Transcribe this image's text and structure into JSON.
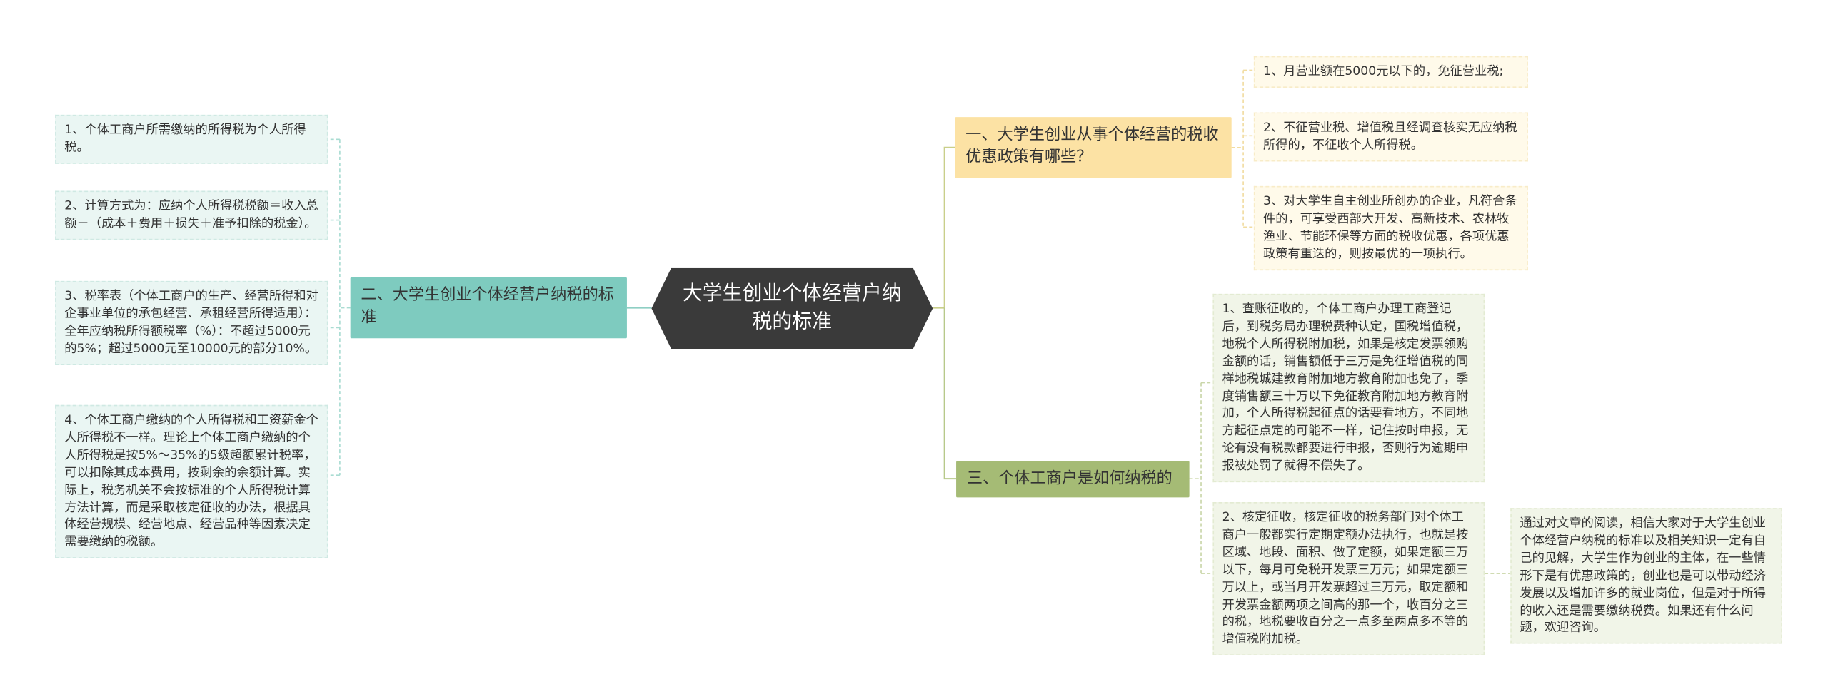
{
  "root": {
    "title": "大学生创业个体经营户纳税的标准"
  },
  "left_branch": {
    "title": "二、大学生创业个体经营户纳税的标准",
    "items": [
      "1、个体工商户所需缴纳的所得税为个人所得税。",
      "2、计算方式为：应纳个人所得税税额＝收入总额－（成本＋费用＋损失＋准予扣除的税金）。",
      "3、税率表（个体工商户的生产、经营所得和对企事业单位的承包经营、承租经营所得适用）：全年应纳税所得额税率（%）：不超过5000元的5%；超过5000元至10000元的部分10%。",
      "4、个体工商户缴纳的个人所得税和工资薪金个人所得税不一样。理论上个体工商户缴纳的个人所得税是按5%～35%的5级超额累计税率，可以扣除其成本费用，按剩余的余额计算。实际上，税务机关不会按标准的个人所得税计算方法计算，而是采取核定征收的办法，根据具体经营规模、经营地点、经营品种等因素决定需要缴纳的税额。"
    ]
  },
  "right_branch_1": {
    "title": "一、大学生创业从事个体经营的税收优惠政策有哪些？",
    "items": [
      "1、月营业额在5000元以下的，免征营业税;",
      "2、不征营业税、增值税且经调查核实无应纳税所得的，不征收个人所得税。",
      "3、对大学生自主创业所创办的企业，凡符合条件的，可享受西部大开发、高新技术、农林牧渔业、节能环保等方面的税收优惠，各项优惠政策有重迭的，则按最优的一项执行。"
    ]
  },
  "right_branch_3": {
    "title": "三、个体工商户是如何纳税的",
    "items": [
      "1、查账征收的，个体工商户办理工商登记后，到税务局办理税费种认定，国税增值税，地税个人所得税附加税，如果是核定发票领购金额的话，销售额低于三万是免征增值税的同样地税城建教育附加地方教育附加也免了，季度销售额三十万以下免征教育附加地方教育附加，个人所得税起征点的话要看地方，不同地方起征点定的可能不一样，记住按时申报，无论有没有税款都要进行申报，否则行为逾期申报被处罚了就得不偿失了。",
      "2、核定征收，核定征收的税务部门对个体工商户一般都实行定期定额办法执行，也就是按区域、地段、面积、做了定额，如果定额三万以下，每月可免税开发票三万元；如果定额三万以上，或当月开发票超过三万元，取定额和开发票金额两项之间高的那一个，收百分之三的税，地税要收百分之一点多至两点多不等的增值税附加税。"
    ],
    "summary": "通过对文章的阅读，相信大家对于大学生创业个体经营户纳税的标准以及相关知识一定有自己的见解，大学生作为创业的主体，在一些情形下是有优惠政策的，创业也是可以带动经济发展以及增加许多的就业岗位，但是对于所得的收入还是需要缴纳税费。如果还有什么问题，欢迎咨询。"
  },
  "colors": {
    "root": "#3a3a3a",
    "left_branch": "#7ecbbf",
    "right_branch_1": "#fce2a4",
    "right_branch_3": "#a5bb75",
    "connector": "#b7c98a"
  }
}
